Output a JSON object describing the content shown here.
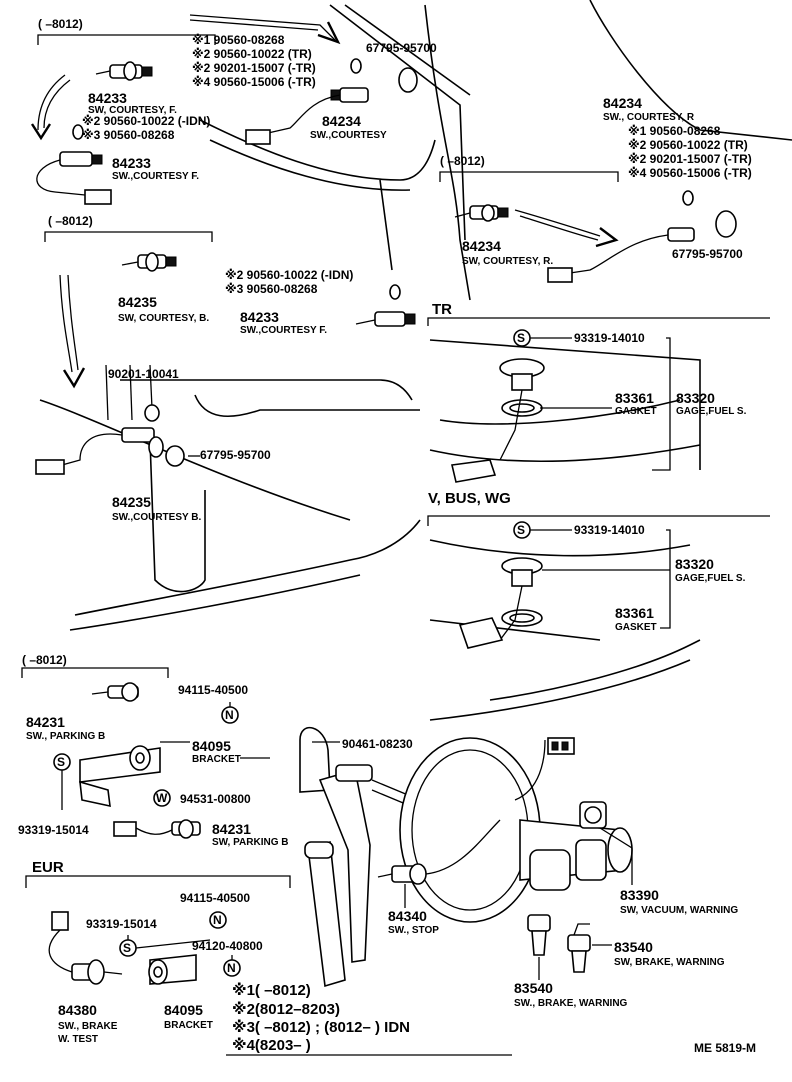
{
  "page_ref": "ME  5819-M",
  "groups": {
    "g1": "(      –8012)",
    "g2": "(      –8012)",
    "g3": "(      –8012)",
    "g4": "(      –8012)",
    "tr": "TR",
    "vbus": "V, BUS, WG",
    "eur": "EUR"
  },
  "parts": {
    "p84233a": "84233",
    "p84233a_name": "SW, COURTESY, F.",
    "p84233b": "84233",
    "p84233b_name": "SW.,COURTESY F.",
    "p84233c": "84233",
    "p84233c_name": "SW.,COURTESY F.",
    "p84234a": "84234",
    "p84234a_name": "SW.,COURTESY",
    "p84234b": "84234",
    "p84234b_name": "SW., COURTESY, R",
    "p84234c": "84234",
    "p84234c_name": "SW, COURTESY, R.",
    "p84235a": "84235",
    "p84235a_name": "SW, COURTESY, B.",
    "p84235b": "84235",
    "p84235b_name": "SW.,COURTESY B.",
    "p84231a": "84231",
    "p84231a_name": "SW., PARKING B",
    "p84231b": "84231",
    "p84231b_name": "SW, PARKING B",
    "p84095a": "84095",
    "p84095a_name": "BRACKET",
    "p84095b": "84095",
    "p84095b_name": "BRACKET",
    "p84380": "84380",
    "p84380_name1": "SW., BRAKE",
    "p84380_name2": "W. TEST",
    "p84340": "84340",
    "p84340_name": "SW., STOP",
    "p83390": "83390",
    "p83390_name": "SW, VACUUM, WARNING",
    "p83540a": "83540",
    "p83540a_name": "SW, BRAKE, WARNING",
    "p83540b": "83540",
    "p83540b_name": "SW., BRAKE, WARNING",
    "p83361a": "83361",
    "p83361a_name": "GASKET",
    "p83361b": "83361",
    "p83361b_name": "GASKET",
    "p83320a": "83320",
    "p83320a_name": "GAGE,FUEL S.",
    "p83320b": "83320",
    "p83320b_name": "GAGE,FUEL S."
  },
  "numbers": {
    "n67795a": "67795-95700",
    "n67795b": "67795-95700",
    "n67795c": "67795-95700",
    "n93319a": "93319-14010",
    "n93319b": "93319-14010",
    "n93319c": "93319-15014",
    "n93319d": "93319-15014",
    "n90201": "90201-10041",
    "n94115a": "94115-40500",
    "n94115b": "94115-40500",
    "n94531": "94531-00800",
    "n90461": "90461-08230",
    "n94120": "94120-40800"
  },
  "stacks": {
    "s1": [
      "※1 90560-08268",
      "※2 90560-10022 (TR)",
      "※2 90201-15007 (-TR)",
      "※4 90560-15006 (-TR)"
    ],
    "s2": [
      "※2 90560-10022 (-IDN)",
      "※3 90560-08268"
    ],
    "s3": [
      "※1 90560-08268",
      "※2 90560-10022 (TR)",
      "※2 90201-15007 (-TR)",
      "※4 90560-15006 (-TR)"
    ],
    "s4": [
      "※2 90560-10022 (-IDN)",
      "※3 90560-08268"
    ]
  },
  "symbols": {
    "s": "S",
    "n": "N",
    "w": "W"
  },
  "footnotes": [
    "※1(        –8012)",
    "※2(8012–8203)",
    "※3(        –8012) ; (8012–          ) IDN",
    "※4(8203–          )"
  ]
}
